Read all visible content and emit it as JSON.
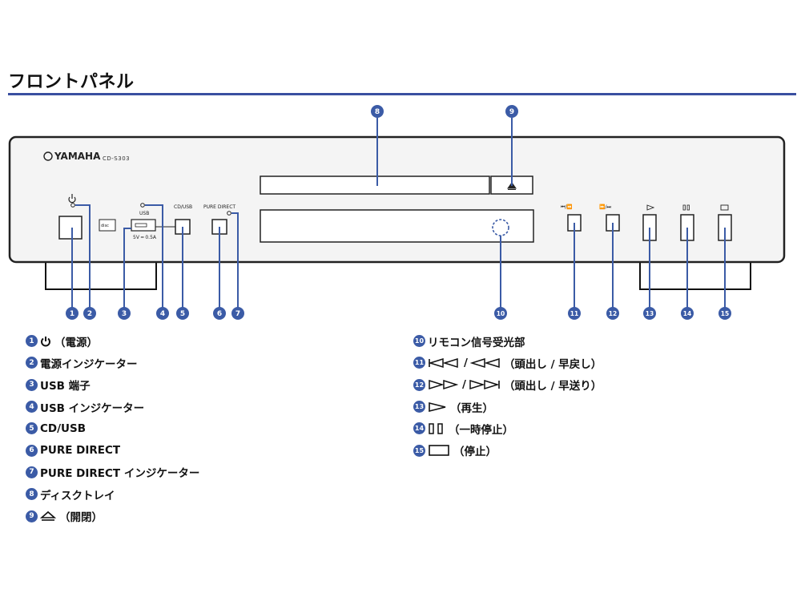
{
  "heading": "フロントパネル",
  "panel": {
    "brand": "YAMAHA",
    "model": "CD-S303",
    "usb_label": "USB",
    "usb_power": "5V ━ 0.5A",
    "cd_usb_label": "CD/USB",
    "pure_direct_label": "PURE DIRECT"
  },
  "callouts": [
    "1",
    "2",
    "3",
    "4",
    "5",
    "6",
    "7",
    "8",
    "9",
    "10",
    "11",
    "12",
    "13",
    "14",
    "15"
  ],
  "legend_left": [
    {
      "num": "1",
      "icon": "power-icon",
      "text": "（電源）"
    },
    {
      "num": "2",
      "icon": "",
      "text": "電源インジケーター"
    },
    {
      "num": "3",
      "icon": "",
      "text": "USB 端子"
    },
    {
      "num": "4",
      "icon": "",
      "text": "USB インジケーター"
    },
    {
      "num": "5",
      "icon": "",
      "text": "CD/USB"
    },
    {
      "num": "6",
      "icon": "",
      "text": "PURE DIRECT"
    },
    {
      "num": "7",
      "icon": "",
      "text": "PURE DIRECT インジケーター"
    },
    {
      "num": "8",
      "icon": "",
      "text": "ディスクトレイ"
    },
    {
      "num": "9",
      "icon": "eject-icon",
      "text": "（開閉）"
    }
  ],
  "legend_right": [
    {
      "num": "10",
      "icon": "",
      "text": "リモコン信号受光部"
    },
    {
      "num": "11",
      "icon": "skip-back-icon",
      "sep": "/",
      "icon2": "rewind-icon",
      "text": "（頭出し / 早戻し）"
    },
    {
      "num": "12",
      "icon": "fast-forward-icon",
      "sep": "/",
      "icon2": "skip-forward-icon",
      "text": "（頭出し / 早送り）"
    },
    {
      "num": "13",
      "icon": "play-icon",
      "text": "（再生）"
    },
    {
      "num": "14",
      "icon": "pause-icon",
      "text": "（一時停止）"
    },
    {
      "num": "15",
      "icon": "stop-icon",
      "text": "（停止）"
    }
  ]
}
